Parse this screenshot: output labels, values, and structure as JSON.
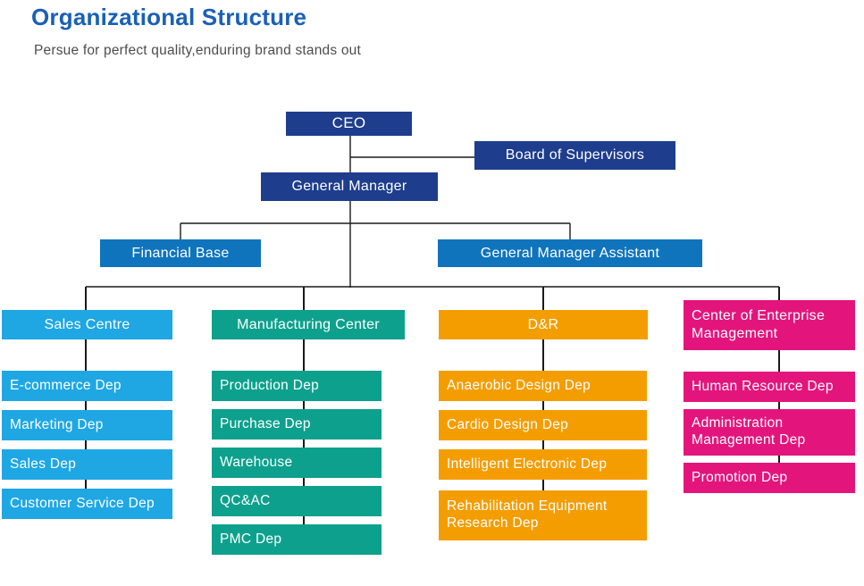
{
  "header": {
    "title": "Organizational Structure",
    "subtitle": "Persue for perfect quality,enduring brand stands out"
  },
  "colors": {
    "title_blue": "#1960B6",
    "subtitle_gray": "#4D4D4D",
    "navy": "#1E3D8C",
    "mid_blue": "#0F74BC",
    "connector_line": "#1A1A1A",
    "box_text": "#FFFFFF"
  },
  "nodes": {
    "ceo": "CEO",
    "board_of_supervisors": "Board of Supervisors",
    "general_manager": "General Manager",
    "financial_base": "Financial Base",
    "general_manager_assistant": "General Manager Assistant"
  },
  "columns": [
    {
      "header": "Sales Centre",
      "color": "#1FA7E4",
      "items": [
        "E-commerce Dep",
        "Marketing Dep",
        "Sales Dep",
        "Customer Service Dep"
      ]
    },
    {
      "header": "Manufacturing Center",
      "color": "#0DA18D",
      "items": [
        "Production Dep",
        "Purchase Dep",
        "Warehouse",
        "QC&AC",
        "PMC Dep"
      ]
    },
    {
      "header": "D&R",
      "color": "#F49D00",
      "items": [
        "Anaerobic Design Dep",
        "Cardio Design Dep",
        "Intelligent Electronic Dep",
        "Rehabilitation Equipment Research Dep"
      ]
    },
    {
      "header": "Center of Enterprise Management",
      "color": "#E3157C",
      "items": [
        "Human Resource Dep",
        "Administration Management Dep",
        "Promotion Dep"
      ]
    }
  ]
}
